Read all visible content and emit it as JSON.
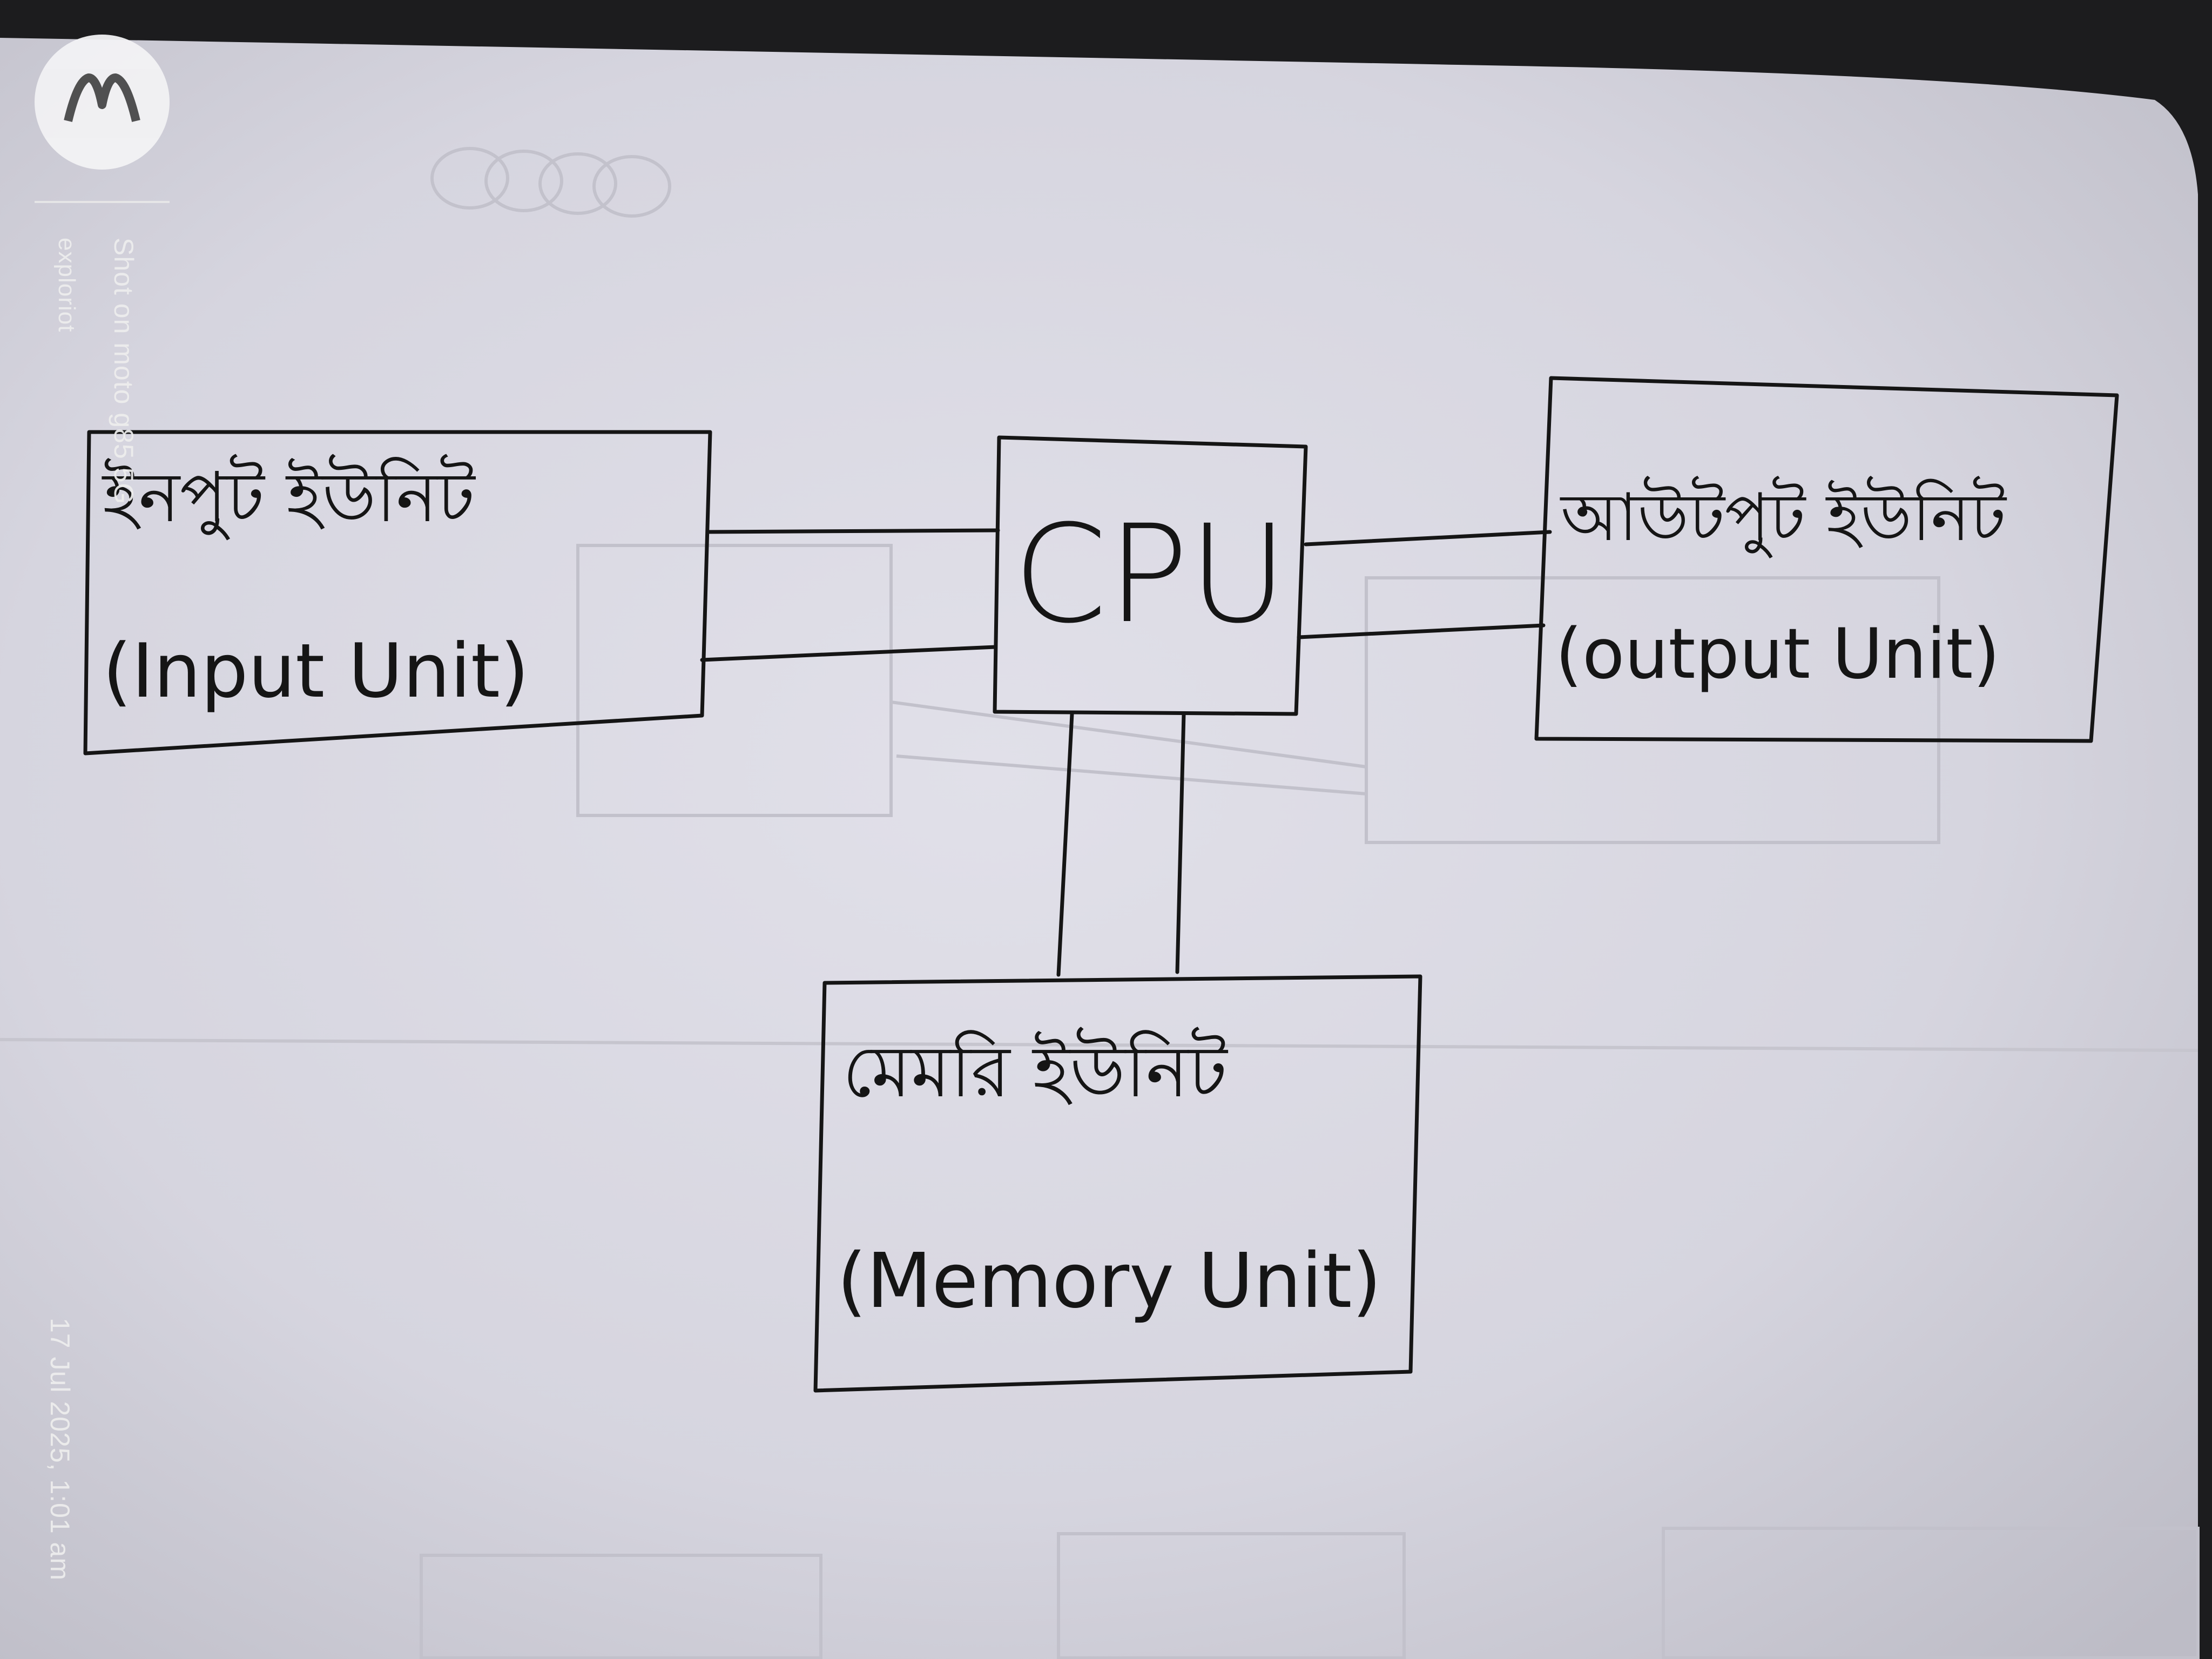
{
  "diagram": {
    "cpu": {
      "label": "CPU"
    },
    "input_unit": {
      "label_bn": "ইনপুট ইউনিট",
      "label_en": "(Input Unit)"
    },
    "output_unit": {
      "label_bn": "আউটপুট ইউনিট",
      "label_en": "(output Unit)"
    },
    "memory_unit": {
      "label_bn": "মেমরি ইউনিট",
      "label_en": "(Memory Unit)"
    }
  },
  "watermark": {
    "shot_on": "Shot on moto g85 5G",
    "author": "exploriot",
    "timestamp": "17 Jul 2025, 1:01 am"
  },
  "colors": {
    "paper": "#d9d8e2",
    "ink": "#151515",
    "ghost_ink": "#bcbcc6"
  }
}
